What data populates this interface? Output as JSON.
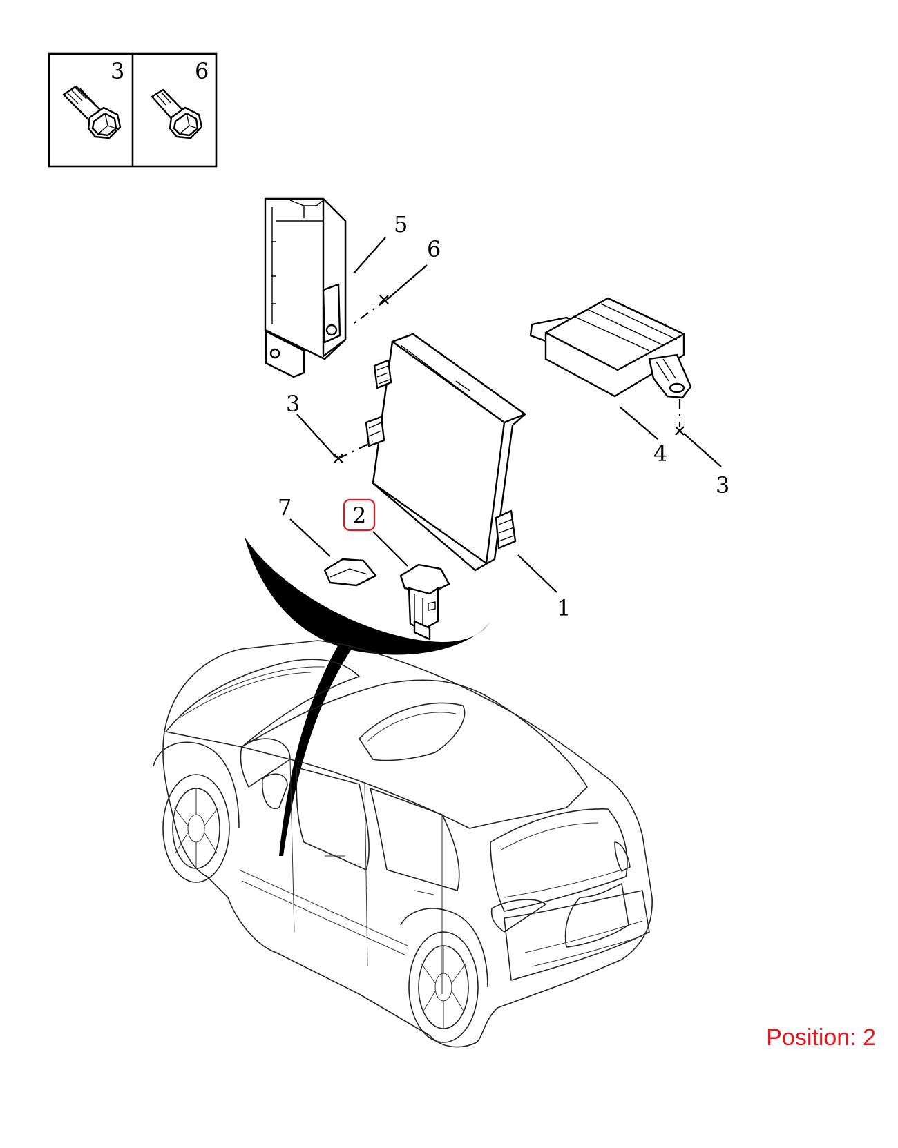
{
  "legend": {
    "cells": [
      {
        "number": "3"
      },
      {
        "number": "6"
      }
    ]
  },
  "callouts": {
    "c1": "1",
    "c2": "2",
    "c3a": "3",
    "c3b": "3",
    "c4": "4",
    "c5": "5",
    "c6": "6",
    "c7": "7"
  },
  "highlight": {
    "color": "#e8141c"
  },
  "position": {
    "text": "Position: 2"
  }
}
